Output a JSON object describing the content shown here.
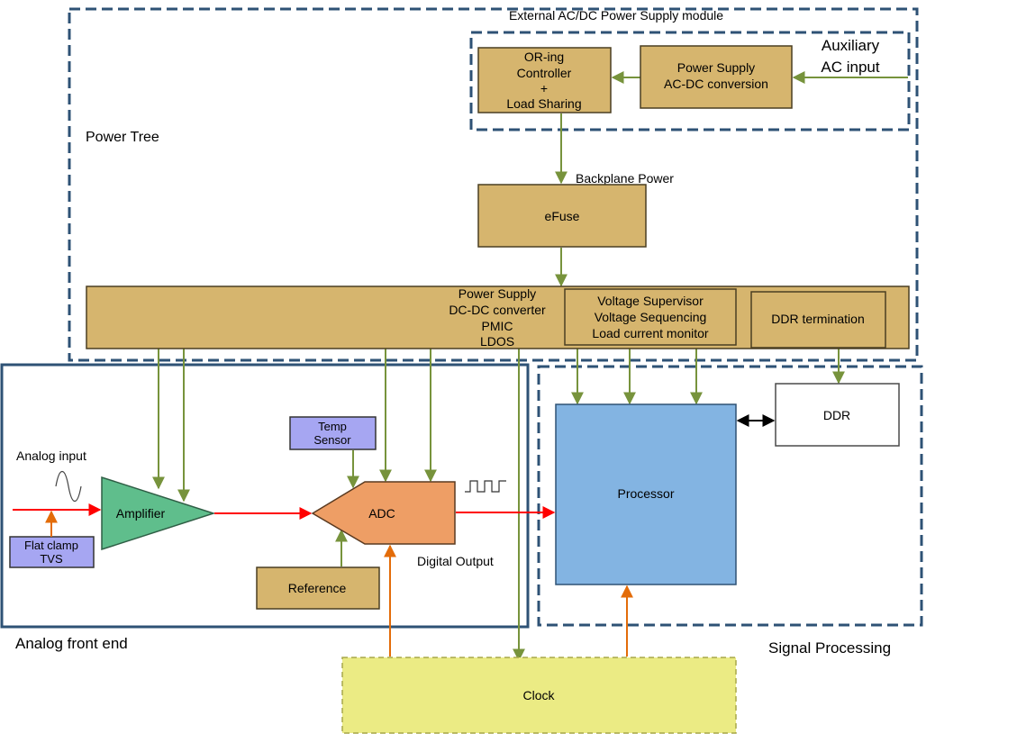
{
  "regions": {
    "external_module": "External AC/DC Power Supply module",
    "power_tree": "Power Tree",
    "auxiliary_input": [
      "Auxiliary",
      "AC input"
    ],
    "analog_front_end": "Analog front end",
    "signal_processing": "Signal Processing"
  },
  "blocks": {
    "oring_controller": [
      "OR-ing",
      "Controller",
      "+",
      "Load Sharing"
    ],
    "ac_dc_supply": [
      "Power Supply",
      "AC-DC conversion"
    ],
    "efuse": "eFuse",
    "dc_dc_supply": [
      "Power Supply",
      "DC-DC converter",
      "PMIC",
      "LDOS"
    ],
    "voltage_supervisor": [
      "Voltage Supervisor",
      "Voltage Sequencing",
      "Load current monitor"
    ],
    "ddr_termination": "DDR termination",
    "ddr": "DDR",
    "processor": "Processor",
    "temp_sensor": [
      "Temp",
      "Sensor"
    ],
    "adc": "ADC",
    "amplifier": "Amplifier",
    "flat_clamp": [
      "Flat clamp",
      "TVS"
    ],
    "reference": "Reference",
    "clock": "Clock"
  },
  "labels": {
    "backplane_power": "Backplane Power",
    "analog_input": "Analog input",
    "digital_output": "Digital Output"
  },
  "colors": {
    "block_fill": "#d6b56e",
    "block_stroke": "#4a3f22",
    "dash_border": "#2e5275",
    "afe_border": "#2e5275",
    "power_arrow": "#77933c",
    "signal_arrow": "#ff0000",
    "clock_arrow": "#e36c09",
    "sensor_fill": "#a6a6f2",
    "amplifier_fill": "#5fbe8c",
    "adc_fill": "#ee9e65",
    "processor_fill": "#83b4e2",
    "clock_fill": "#ebeb84"
  }
}
